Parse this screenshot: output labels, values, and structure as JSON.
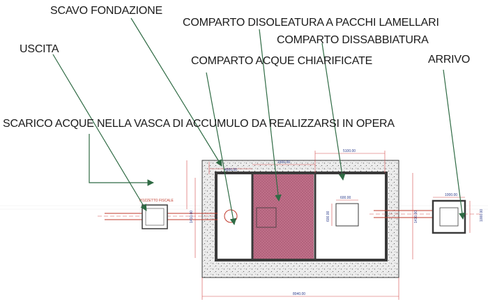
{
  "labels": {
    "scavo_fondazione": "SCAVO FONDAZIONE",
    "comparto_disoleatura": "COMPARTO DISOLEATURA A PACCHI LAMELLARI",
    "comparto_dissabbiatura": "COMPARTO DISSABBIATURA",
    "uscita": "USCITA",
    "comparto_acque_chiarificate": "COMPARTO ACQUE CHIARIFICATE",
    "arrivo": "ARRIVO",
    "scarico": "SCARICO ACQUE NELLA VASCA DI ACCUMULO DA REALIZZARSI IN OPERA"
  },
  "dimensions": {
    "pozzetto_fiscale": "POZZETTO FISCALE",
    "top_left": "4500.00",
    "top_mid": "1500.00",
    "top_right": "5100.00",
    "inner_square": "600.00",
    "inner_side": "600.00",
    "left_height": "1410.00",
    "right_height": "1410.00",
    "arrivo_box": "1000.00",
    "arrivo_side": "1000.00",
    "bottom_total": "8040.00"
  },
  "colors": {
    "wall": "#3a3a3a",
    "concrete_fill": "#e9e9e9",
    "lamella": "#b76a82",
    "arrow": "#2f6b44",
    "pipe": "#c0392b",
    "dim_line": "#d24a4a"
  }
}
